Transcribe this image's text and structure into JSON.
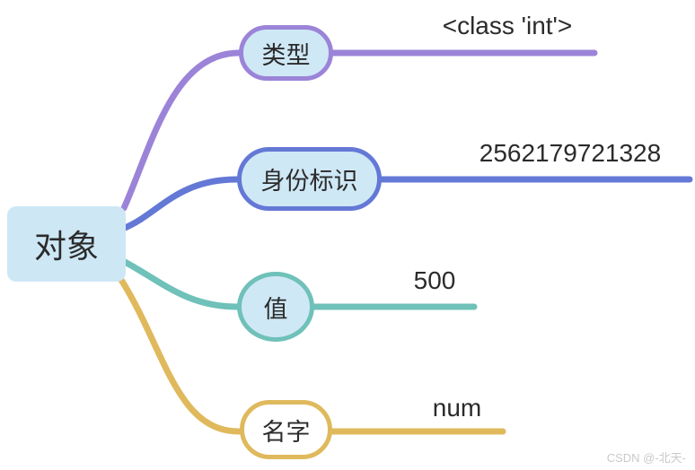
{
  "root": {
    "label": "对象"
  },
  "branches": [
    {
      "label": "类型",
      "value": "<class 'int'>",
      "color": "#9b84d8"
    },
    {
      "label": "身份标识",
      "value": "2562179721328",
      "color": "#6478d6"
    },
    {
      "label": "值",
      "value": "500",
      "color": "#6fc1b9"
    },
    {
      "label": "名字",
      "value": "num",
      "color": "#dfb95c"
    }
  ],
  "colors": {
    "topic_fill": "#cfe8f6",
    "root_fill": "#cde7f5",
    "name_topic_fill": "#ffffff",
    "text": "#2b2b2b",
    "background": "#ffffff",
    "watermark": "#c9c9c9"
  },
  "watermark": "CSDN @-北天-"
}
